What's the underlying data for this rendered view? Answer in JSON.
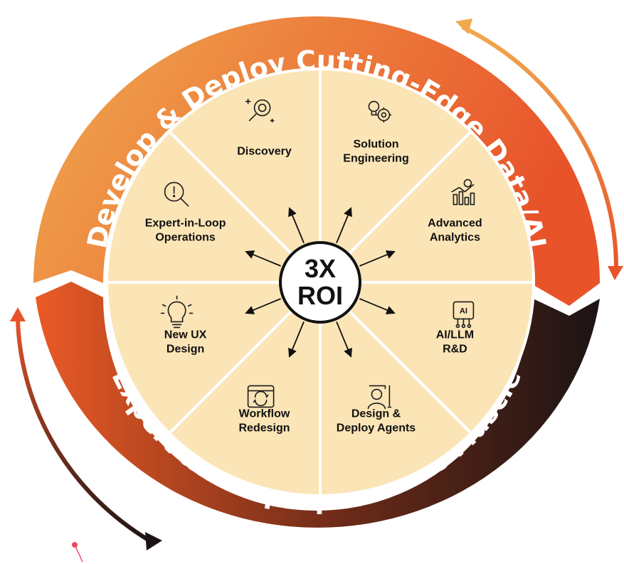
{
  "outer_ring": {
    "top_text": "Develop & Deploy Cutting-Edge Data/AI",
    "bottom_text": "Expert-in-Loop Operations Muscle",
    "top_colors": [
      "#f0a24a",
      "#e85526"
    ],
    "bottom_colors": [
      "#e85526",
      "#1e1414"
    ]
  },
  "center": {
    "line1": "3X",
    "line2": "ROI"
  },
  "segments": [
    {
      "icon": "lightbulb-gear-icon",
      "lines": [
        "Solution",
        "Engineering"
      ]
    },
    {
      "icon": "bar-chart-analytics-icon",
      "lines": [
        "Advanced",
        "Analytics"
      ]
    },
    {
      "icon": "ai-chip-icon",
      "lines": [
        "AI/LLM",
        "R&D"
      ]
    },
    {
      "icon": "designer-agent-icon",
      "lines": [
        "Design &",
        "Deploy Agents"
      ]
    },
    {
      "icon": "workflow-browser-icon",
      "lines": [
        "Workflow",
        "Redesign"
      ]
    },
    {
      "icon": "idea-bulb-icon",
      "lines": [
        "New UX",
        "Design"
      ]
    },
    {
      "icon": "magnifier-alert-icon",
      "lines": [
        "Expert-in-Loop",
        "Operations"
      ]
    },
    {
      "icon": "discovery-gear-search-icon",
      "lines": [
        "Discovery"
      ]
    }
  ],
  "colors": {
    "segment_fill": "#fbe5b6",
    "divider": "#ffffff",
    "text": "#111111"
  }
}
